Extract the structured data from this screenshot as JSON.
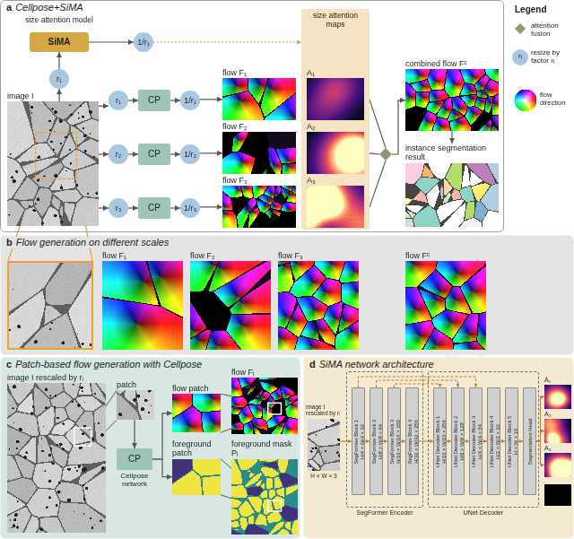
{
  "diagram": {
    "nodes": [
      {
        "text": [
          "a",
          "Cellpose+SiMA"
        ]
      },
      {
        "text": [
          "size attention model",
          "SiMA"
        ],
        "in": 0
      },
      {
        "text": [
          "1/r₁"
        ],
        "in": 0
      },
      {
        "text": [
          "r₁"
        ],
        "in": 0
      },
      {
        "text": [
          "image I"
        ],
        "in": 0
      },
      {
        "text": [
          "r₁"
        ],
        "in": 0
      },
      {
        "text": [
          "r₂"
        ],
        "in": 0
      },
      {
        "text": [
          "r₃"
        ],
        "in": 0
      },
      {
        "text": [
          "CP"
        ],
        "in": 0
      },
      {
        "text": [
          "CP"
        ],
        "in": 0
      },
      {
        "text": [
          "CP"
        ],
        "in": 0
      },
      {
        "text": [
          "1/r₁"
        ],
        "in": 0
      },
      {
        "text": [
          "1/r₂"
        ],
        "in": 0
      },
      {
        "text": [
          "1/r₃"
        ],
        "in": 0
      },
      {
        "text": [
          "flow F₁"
        ],
        "in": 0
      },
      {
        "text": [
          "flow F₂"
        ],
        "in": 0
      },
      {
        "text": [
          "flow F₃"
        ],
        "in": 0
      },
      {
        "text": [
          "size attention maps"
        ],
        "in": 0
      },
      {
        "text": [
          "A₁"
        ],
        "in": 17
      },
      {
        "text": [
          "A₂"
        ],
        "in": 17
      },
      {
        "text": [
          "A₃"
        ],
        "in": 17
      },
      {
        "text": [
          "combined flow Fᶜ"
        ],
        "in": 0
      },
      {
        "text": [
          "instance segmentation result"
        ],
        "in": 0
      },
      {
        "text": [
          "b",
          "Flow generation on different scales"
        ]
      },
      {
        "text": [
          "flow F₁"
        ],
        "in": 23
      },
      {
        "text": [
          "flow F₂"
        ],
        "in": 23
      },
      {
        "text": [
          "flow F₃"
        ],
        "in": 23
      },
      {
        "text": [
          "flow Fᶜ"
        ],
        "in": 23
      },
      {
        "text": [
          "c",
          "Patch-based flow generation with Cellpose"
        ]
      },
      {
        "text": [
          "image I rescaled by rᵢ"
        ],
        "in": 28
      },
      {
        "text": [
          "patch"
        ],
        "in": 28
      },
      {
        "text": [
          "CP",
          "Cellpose network"
        ],
        "in": 28
      },
      {
        "text": [
          "flow patch"
        ],
        "in": 28
      },
      {
        "text": [
          "foreground patch"
        ],
        "in": 28
      },
      {
        "text": [
          "flow Fᵢ"
        ],
        "in": 28
      },
      {
        "text": [
          "foreground mask Pᵢ"
        ],
        "in": 28
      },
      {
        "text": [
          "d",
          "SiMA network architecture"
        ]
      },
      {
        "text": [
          "image I rescaled by rᵢ",
          "H × W × 3"
        ],
        "in": 36
      },
      {
        "text": [
          "SegFormer Encoder"
        ],
        "in": 36
      },
      {
        "text": [
          "SegFormer Block 1",
          "H/4 × W/4 × 32"
        ],
        "in": 38
      },
      {
        "text": [
          "SegFormer Block 2",
          "H/8 × W/8 × 64"
        ],
        "in": 38
      },
      {
        "text": [
          "SegFormer Block 3",
          "H/16 × W/16 × 160"
        ],
        "in": 38
      },
      {
        "text": [
          "SegFormer Block 4",
          "H/32 × W/32 × 256"
        ],
        "in": 38
      },
      {
        "text": [
          "UNet Decoder"
        ],
        "in": 36
      },
      {
        "text": [
          "UNet Decoder Block 1",
          "H/16 × W/16 × 256"
        ],
        "in": 43
      },
      {
        "text": [
          "UNet Decoder Block 2",
          "H/8 × W/8 × 128"
        ],
        "in": 43
      },
      {
        "text": [
          "UNet Decoder Block 3",
          "H/4 × W/4 × 64"
        ],
        "in": 43
      },
      {
        "text": [
          "UNet Decoder Block 4",
          "H/2 × W/2 × 32"
        ],
        "in": 43
      },
      {
        "text": [
          "UNet Decoder Block 5",
          "H × W × 16"
        ],
        "in": 43
      },
      {
        "text": [
          "Segmentation Head"
        ],
        "in": 43
      },
      {
        "text": [
          "A₁"
        ],
        "in": 36
      },
      {
        "text": [
          "A₂"
        ],
        "in": 36
      },
      {
        "text": [
          "A₃"
        ],
        "in": 36
      }
    ],
    "edges": [
      {
        "from": 4,
        "to": 3,
        "arrow": "to"
      },
      {
        "from": 3,
        "to": 1,
        "arrow": "to"
      },
      {
        "from": 1,
        "to": 2,
        "arrow": "to"
      },
      {
        "from": 2,
        "to": 17,
        "arrow": "to"
      },
      {
        "from": 4,
        "to": 5,
        "arrow": "to"
      },
      {
        "from": 4,
        "to": 6,
        "arrow": "to"
      },
      {
        "from": 4,
        "to": 7,
        "arrow": "to"
      },
      {
        "from": 5,
        "to": 8,
        "arrow": "to"
      },
      {
        "from": 6,
        "to": 9,
        "arrow": "to"
      },
      {
        "from": 7,
        "to": 10,
        "arrow": "to"
      },
      {
        "from": 8,
        "to": 11,
        "arrow": "to"
      },
      {
        "from": 9,
        "to": 12,
        "arrow": "to"
      },
      {
        "from": 10,
        "to": 13,
        "arrow": "to"
      },
      {
        "from": 11,
        "to": 14,
        "arrow": "to"
      },
      {
        "from": 12,
        "to": 15,
        "arrow": "to"
      },
      {
        "from": 13,
        "to": 16,
        "arrow": "to"
      },
      {
        "from": 21,
        "to": 22,
        "arrow": "to"
      },
      {
        "from": 30,
        "to": 31,
        "arrow": "to"
      },
      {
        "from": 31,
        "to": 32,
        "arrow": "to"
      },
      {
        "from": 31,
        "to": 33,
        "arrow": "to"
      },
      {
        "from": 37,
        "to": 39,
        "arrow": "to"
      },
      {
        "from": 39,
        "to": 40,
        "arrow": "to"
      },
      {
        "from": 40,
        "to": 41,
        "arrow": "to"
      },
      {
        "from": 41,
        "to": 42,
        "arrow": "to"
      },
      {
        "from": 42,
        "to": 44,
        "arrow": "to"
      },
      {
        "from": 44,
        "to": 45,
        "arrow": "to"
      },
      {
        "from": 45,
        "to": 46,
        "arrow": "to"
      },
      {
        "from": 46,
        "to": 47,
        "arrow": "to"
      },
      {
        "from": 47,
        "to": 48,
        "arrow": "to"
      },
      {
        "from": 48,
        "to": 49,
        "arrow": "to"
      },
      {
        "from": 49,
        "to": 50,
        "arrow": "to"
      },
      {
        "from": 49,
        "to": 51,
        "arrow": "to"
      },
      {
        "from": 49,
        "to": 52,
        "arrow": "to"
      },
      {
        "from": 41,
        "to": 44,
        "arrow": "to"
      },
      {
        "from": 40,
        "to": 45,
        "arrow": "to"
      },
      {
        "from": 39,
        "to": 46,
        "arrow": "to"
      }
    ],
    "labels": [
      "Legend",
      "rᵢ"
    ],
    "legend": [
      {
        "text": "attention fusion"
      },
      {
        "text": "resize by factor rᵢ"
      },
      {
        "text": "flow direction"
      }
    ]
  }
}
